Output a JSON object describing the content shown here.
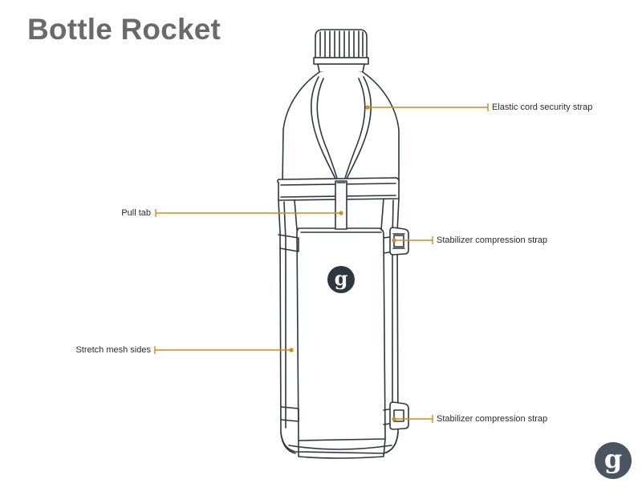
{
  "title": "Bottle Rocket",
  "colors": {
    "accent": "#d48a1d",
    "outline": "#2e3640",
    "title": "#6a6a6a",
    "logo": "#4b5560"
  },
  "callouts": {
    "elastic_cord": "Elastic cord security strap",
    "pull_tab": "Pull tab",
    "stabilizer_upper": "Stabilizer compression strap",
    "stretch_mesh": "Stretch mesh sides",
    "stabilizer_lower": "Stabilizer compression strap"
  },
  "icons": {
    "center_logo": "g-logo-icon",
    "corner_logo": "g-logo-icon"
  }
}
